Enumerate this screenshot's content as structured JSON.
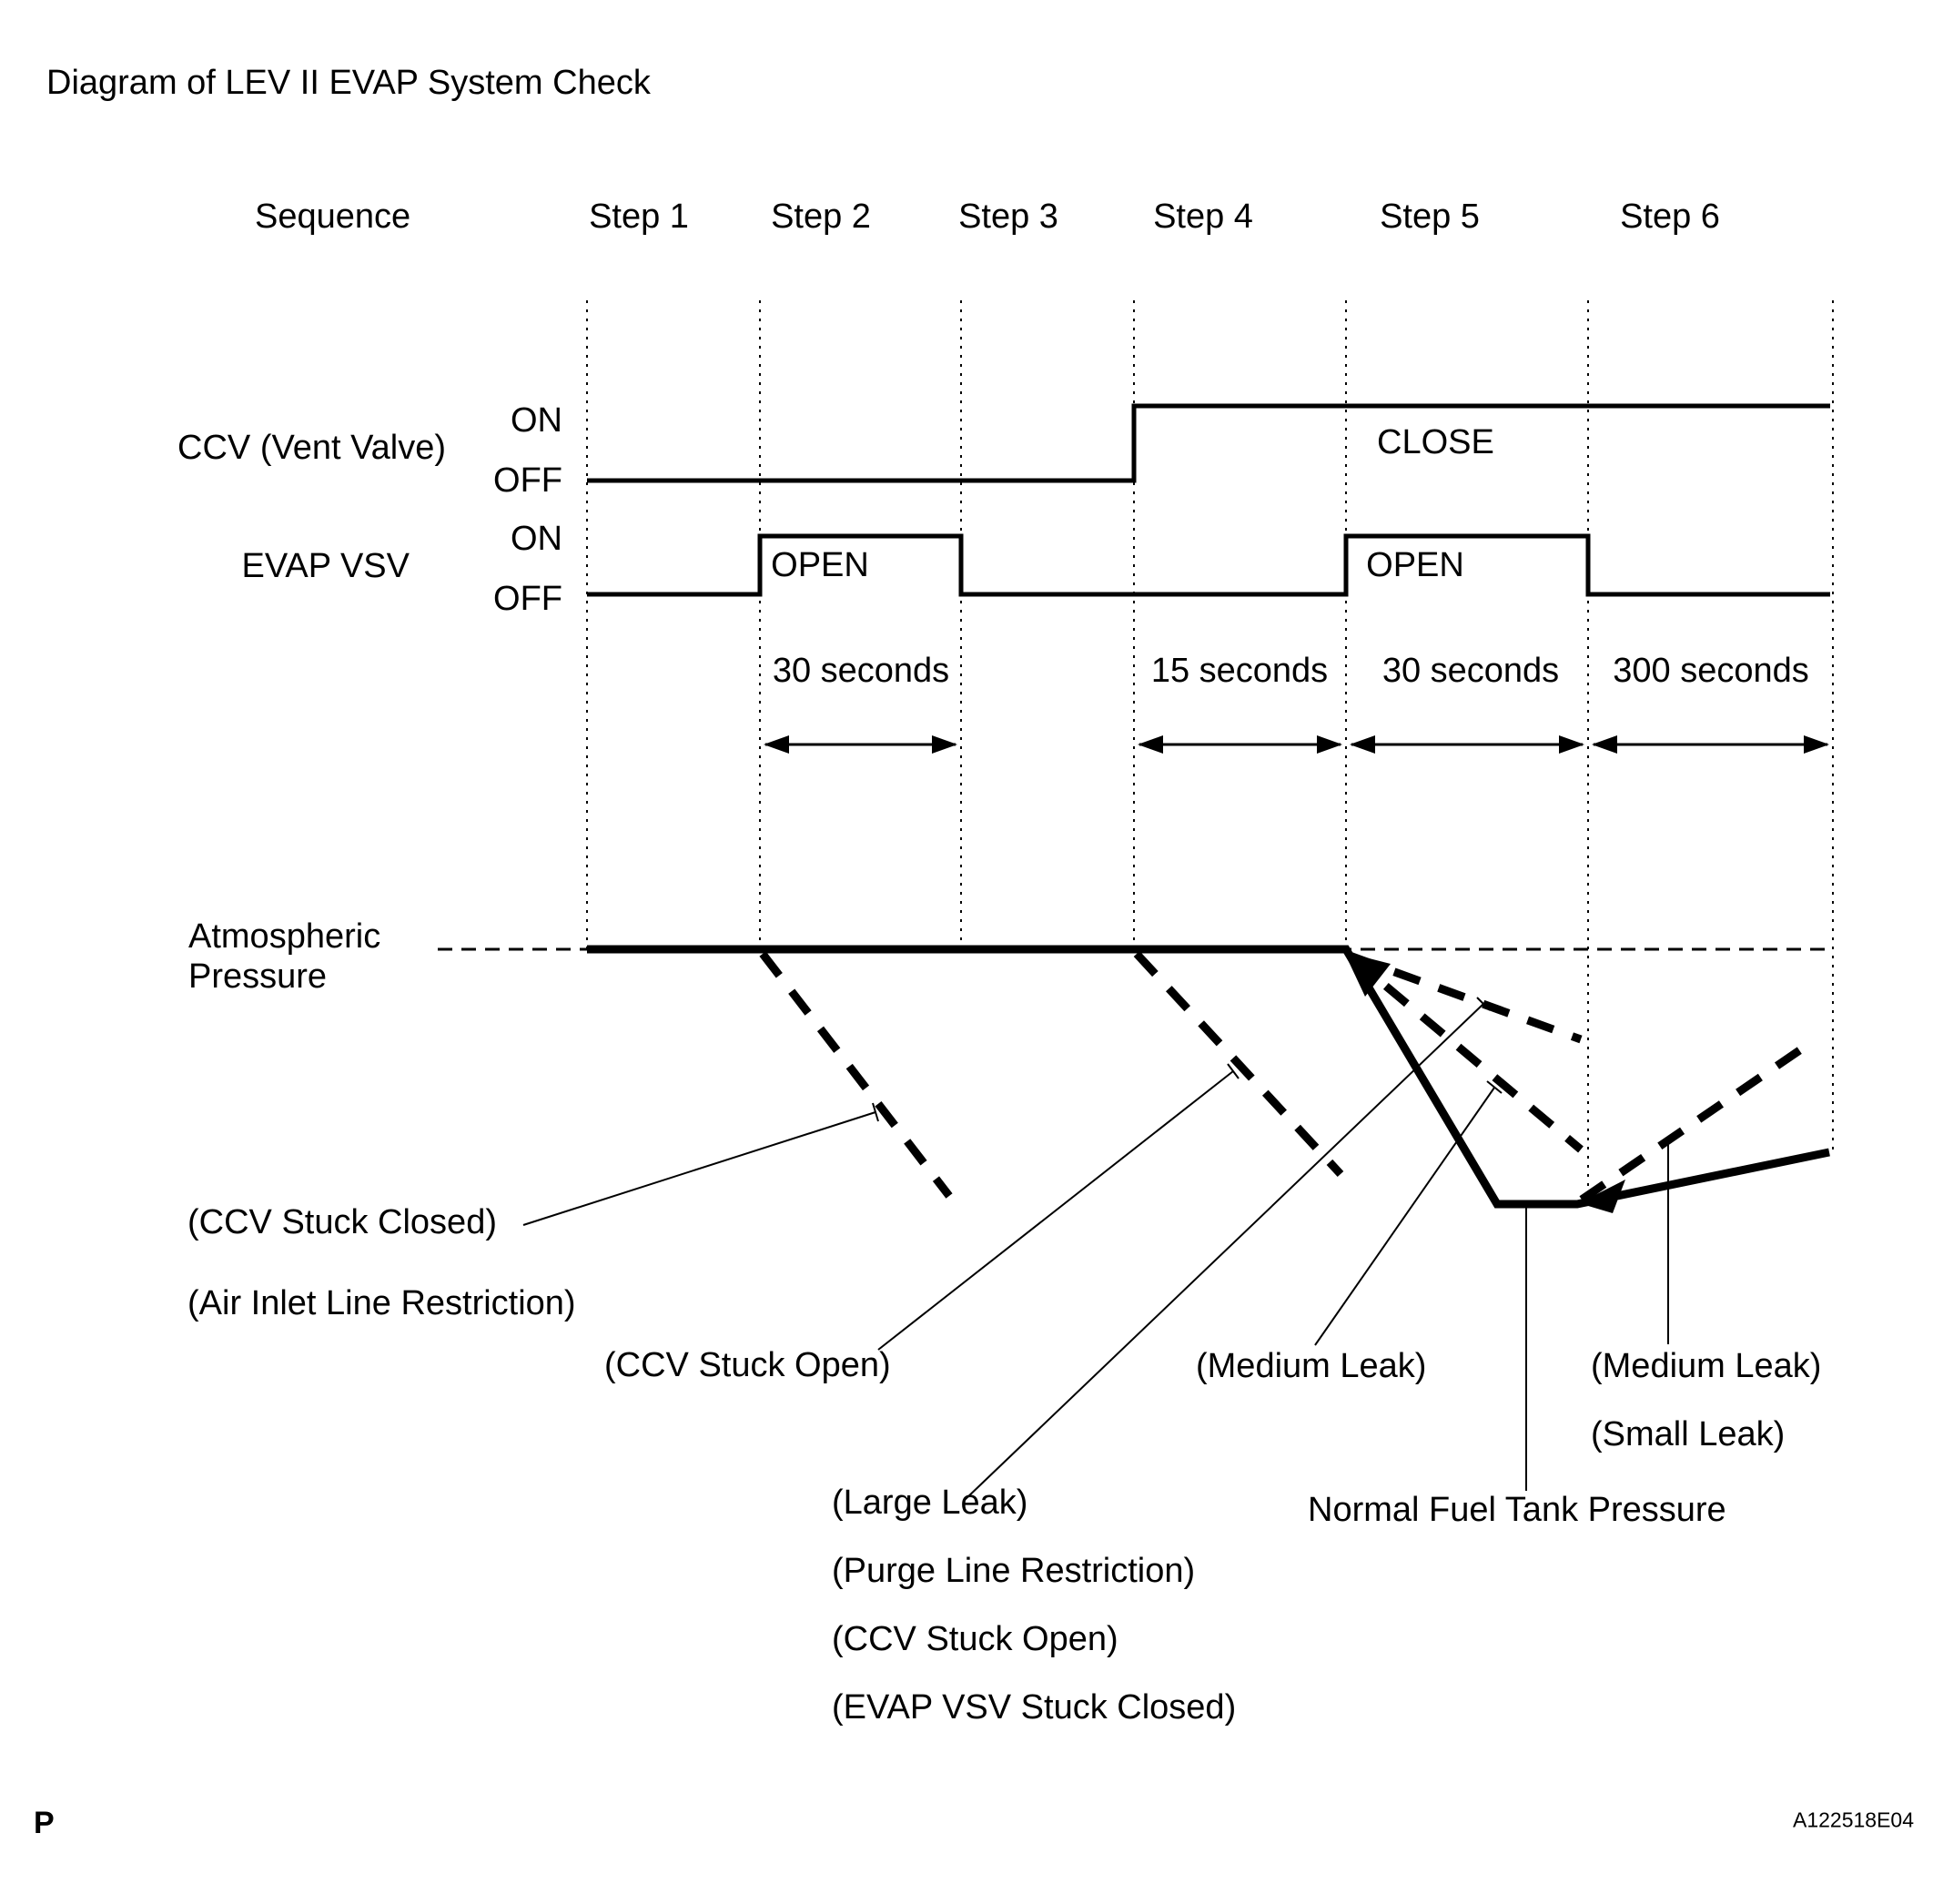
{
  "title": "Diagram of LEV II EVAP System Check",
  "header": {
    "sequence_label": "Sequence",
    "steps": [
      "Step 1",
      "Step 2",
      "Step 3",
      "Step 4",
      "Step 5",
      "Step 6"
    ]
  },
  "signals": {
    "ccv": {
      "label": "CCV (Vent Valve)",
      "on": "ON",
      "off": "OFF",
      "state_label": "CLOSE"
    },
    "evap": {
      "label": "EVAP VSV",
      "on": "ON",
      "off": "OFF",
      "open_label_1": "OPEN",
      "open_label_2": "OPEN"
    }
  },
  "durations": {
    "step2": "30 seconds",
    "step4": "15 seconds",
    "step5": "30 seconds",
    "step6": "300 seconds"
  },
  "pressure": {
    "atmospheric_line1": "Atmospheric",
    "atmospheric_line2": "Pressure",
    "normal_label": "Normal Fuel Tank Pressure"
  },
  "fault_labels": {
    "ccv_stuck_closed": "(CCV Stuck Closed)",
    "air_inlet_restriction": "(Air Inlet Line Restriction)",
    "ccv_stuck_open": "(CCV Stuck Open)",
    "medium_leak_step5": "(Medium Leak)",
    "medium_leak_step6": "(Medium Leak)",
    "small_leak": "(Small Leak)",
    "large_leak": "(Large Leak)",
    "purge_line_restriction": "(Purge Line Restriction)",
    "ccv_stuck_open_2": "(CCV Stuck Open)",
    "evap_vsv_stuck_closed": "(EVAP VSV Stuck Closed)"
  },
  "footer": {
    "page_marker": "P",
    "figure_code": "A122518E04"
  },
  "colors": {
    "ink": "#000000",
    "background": "#ffffff"
  }
}
